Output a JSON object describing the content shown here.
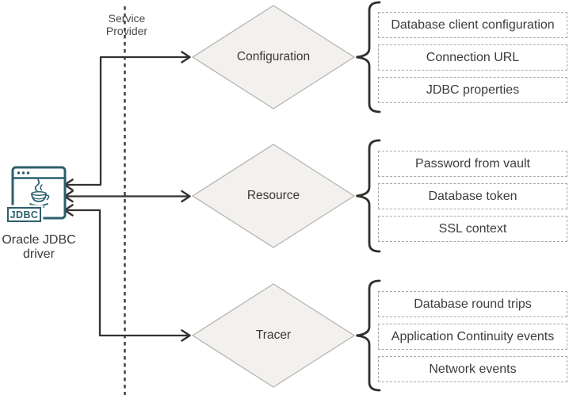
{
  "service_provider_label": [
    "Service",
    "Provider"
  ],
  "driver": {
    "badge": "JDBC",
    "caption": [
      "Oracle JDBC",
      "driver"
    ]
  },
  "groups": [
    {
      "diamond": "Configuration",
      "items": [
        "Database client configuration",
        "Connection URL",
        "JDBC properties"
      ]
    },
    {
      "diamond": "Resource",
      "items": [
        "Password from vault",
        "Database token",
        "SSL context"
      ]
    },
    {
      "diamond": "Tracer",
      "items": [
        "Database round trips",
        "Application Continuity events",
        "Network events"
      ]
    }
  ],
  "colors": {
    "teal_brand": "#2c5f6e",
    "diamond_fill": "#f2f1ef",
    "diamond_border": "#b5b2ad",
    "arrow": "#343230",
    "box_border": "#a9a9a9",
    "text": "#3a3835"
  }
}
